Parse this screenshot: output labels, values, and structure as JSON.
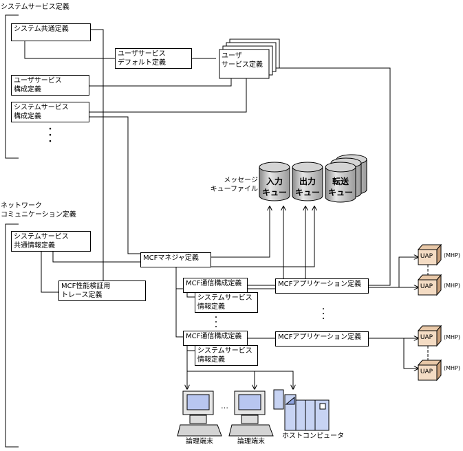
{
  "groups": {
    "system_service": "システムサービス定義",
    "network": "ネットワーク\nコミュニケーション定義"
  },
  "boxes": {
    "common": "システム共通定義",
    "user_default": "ユーザサービス\nデフォルト定義",
    "user_service": "ユーザ\nサービス定義",
    "user_config": "ユーザサービス\n構成定義",
    "sys_config": "システムサービス\n構成定義",
    "common_info": "システムサービス\n共通情報定義",
    "trace": "MCF性能検証用\nトレース定義",
    "manager": "MCFマネジャ定義",
    "comm1": "MCF通信構成定義",
    "info1": "システムサービス\n情報定義",
    "app1": "MCFアプリケーション定義",
    "comm2": "MCF通信構成定義",
    "info2": "システムサービス\n情報定義",
    "app2": "MCFアプリケーション定義"
  },
  "queues": {
    "file_label": "メッセージ\nキューファイル",
    "input": "入力\nキュー",
    "output": "出力\nキュー",
    "transfer": "転送\nキュー"
  },
  "uap": {
    "label": "UAP",
    "mhp": "(MHP)"
  },
  "terminals": {
    "terminal": "論理端末",
    "host": "ホストコンピュータ",
    "dots_h": "…"
  },
  "dots": "・\n・\n・",
  "dots_small": "・\n・\n・"
}
